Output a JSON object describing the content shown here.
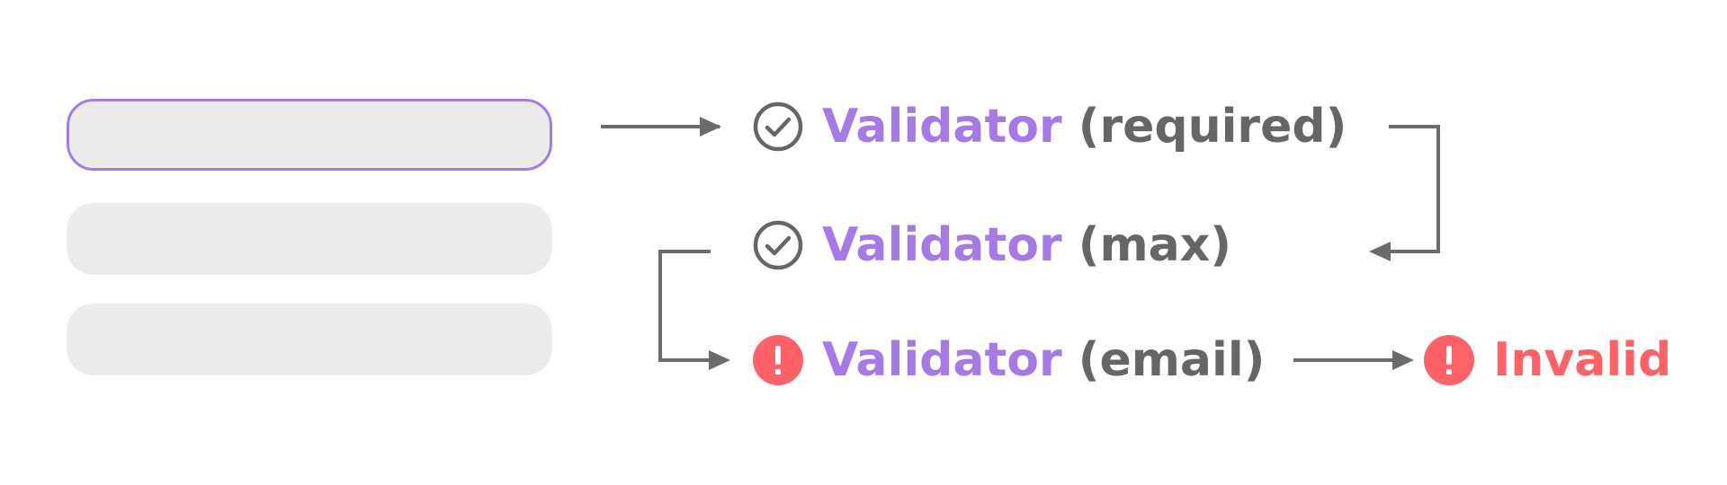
{
  "colors": {
    "accent": "#a57ae6",
    "text_gray": "#666666",
    "field_fill": "#ebebeb",
    "error": "#ff6166",
    "connector": "#6b6b6b"
  },
  "form": {
    "fields": [
      {
        "state": "focused"
      },
      {
        "state": "idle"
      },
      {
        "state": "idle"
      }
    ]
  },
  "validators": [
    {
      "name": "Validator",
      "arg": "(required)",
      "status": "passed",
      "icon": "check-circle-icon"
    },
    {
      "name": "Validator",
      "arg": "(max)",
      "status": "passed",
      "icon": "check-circle-icon"
    },
    {
      "name": "Validator",
      "arg": "(email)",
      "status": "failed",
      "icon": "error-circle-icon"
    }
  ],
  "result": {
    "label": "Invalid",
    "icon": "error-circle-icon"
  }
}
